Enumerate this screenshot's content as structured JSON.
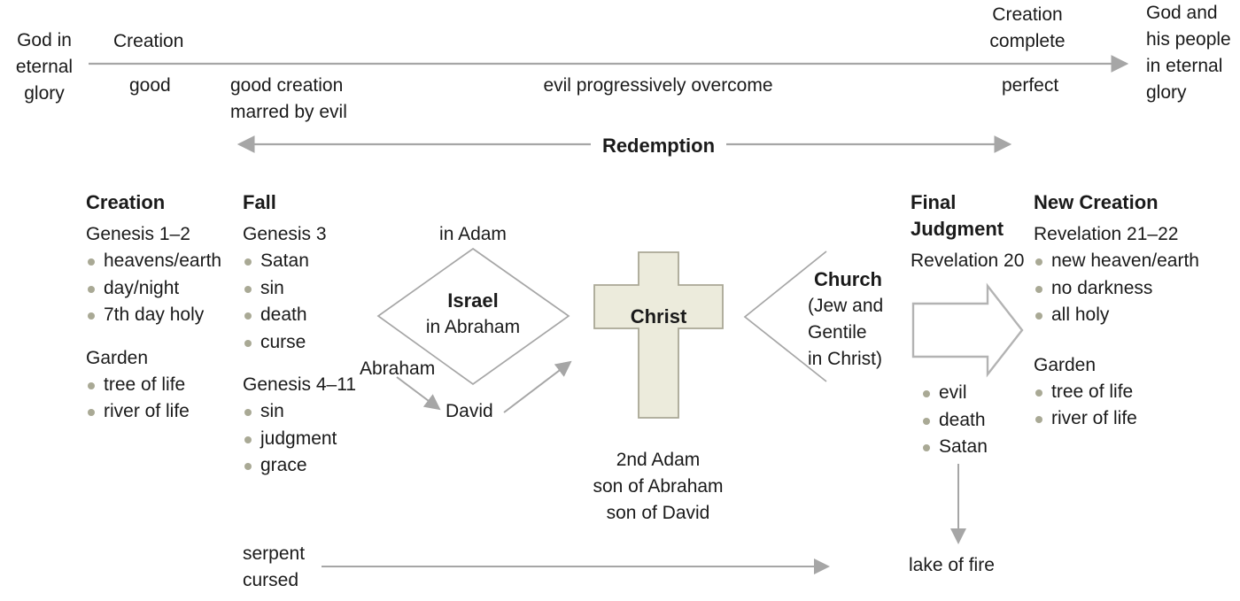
{
  "meta": {
    "title": "Biblical Storyline Diagram: Creation, Fall, Redemption, New Creation",
    "accent_fill": "#ecebdc",
    "accent_stroke": "#a9a795",
    "bullet_color": "#a9a995",
    "line_color": "#a6a6a6",
    "text_color": "#1a1a1a"
  },
  "timeline": {
    "left_label": "God in\neternal\nglory",
    "right_label": "God and\nhis people\nin eternal\nglory",
    "above": [
      {
        "text": "Creation"
      },
      {
        "text": "Creation\ncomplete"
      }
    ],
    "below": [
      {
        "text": "good"
      },
      {
        "text": "good creation\nmarred by evil"
      },
      {
        "text": "evil progressively overcome"
      },
      {
        "text": "perfect"
      }
    ],
    "redemption_label": "Redemption"
  },
  "columns": {
    "creation": {
      "heading": "Creation",
      "reference": "Genesis 1–2",
      "items": [
        "heavens/earth",
        "day/night",
        "7th day holy"
      ],
      "sub_heading": "Garden",
      "sub_items": [
        "tree of life",
        "river of life"
      ]
    },
    "fall": {
      "heading": "Fall",
      "reference": "Genesis 3",
      "items": [
        "Satan",
        "sin",
        "death",
        "curse"
      ],
      "reference2": "Genesis 4–11",
      "items2": [
        "sin",
        "judgment",
        "grace"
      ]
    },
    "final_judgment": {
      "heading": "Final\nJudgment",
      "reference": "Revelation 20",
      "items": [
        "evil",
        "death",
        "Satan"
      ],
      "outcome": "lake of fire"
    },
    "new_creation": {
      "heading": "New Creation",
      "reference": "Revelation 21–22",
      "items": [
        "new heaven/earth",
        "no darkness",
        "all holy"
      ],
      "sub_heading": "Garden",
      "sub_items": [
        "tree of life",
        "river of life"
      ]
    }
  },
  "center": {
    "in_adam": "in Adam",
    "israel_heading": "Israel",
    "israel_sub": "in Abraham",
    "abraham": "Abraham",
    "david": "David",
    "christ": "Christ",
    "christ_caption": "2nd Adam\nson of Abraham\nson of David",
    "church_heading": "Church",
    "church_sub": "(Jew and\nGentile\nin Christ)"
  },
  "bottom": {
    "serpent": "serpent\ncursed"
  }
}
